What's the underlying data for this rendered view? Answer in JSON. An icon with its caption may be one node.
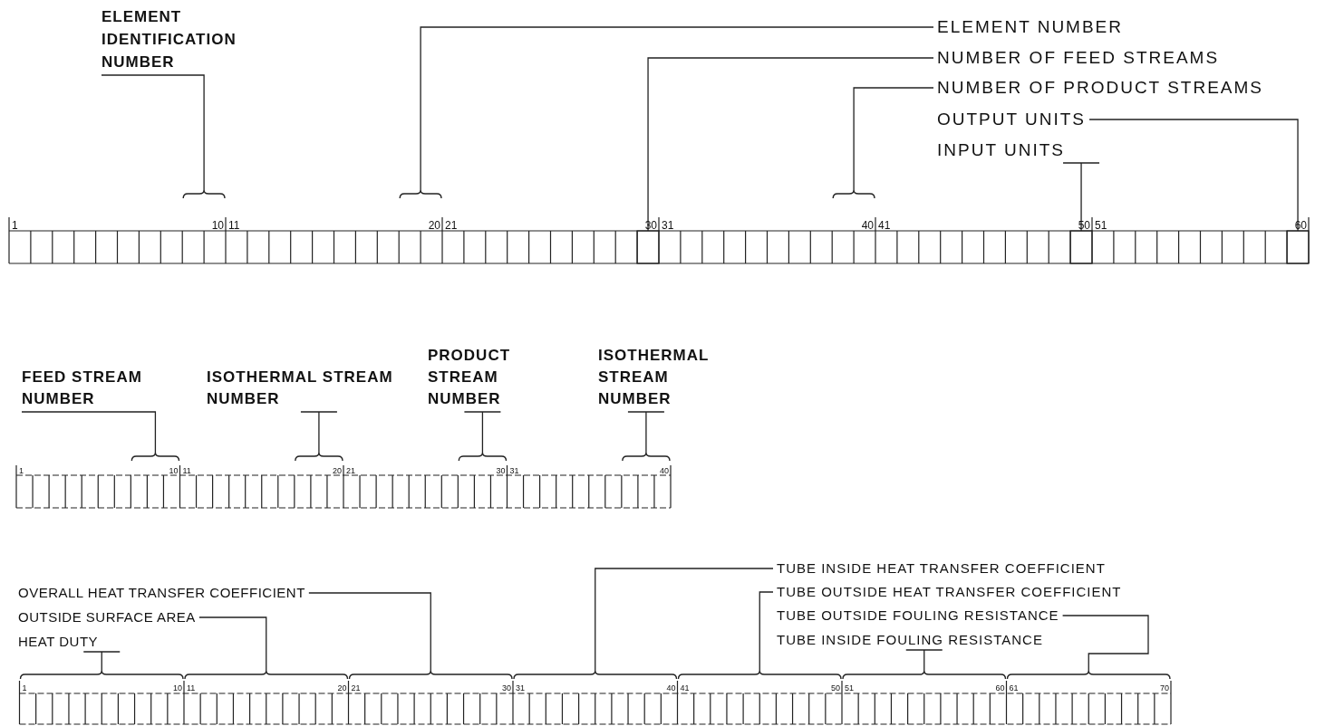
{
  "diagram": {
    "nodes": [
      {
        "text": [
          "ELEMENT IDENTIFICATION NUMBER"
        ]
      },
      {
        "text": [
          "ELEMENT NUMBER"
        ]
      },
      {
        "text": [
          "NUMBER OF FEED STREAMS"
        ]
      },
      {
        "text": [
          "NUMBER OF PRODUCT STREAMS"
        ]
      },
      {
        "text": [
          "OUTPUT UNITS"
        ]
      },
      {
        "text": [
          "INPUT UNITS"
        ]
      },
      {
        "text": [],
        "shape": "brace"
      },
      {
        "text": [],
        "shape": "brace"
      },
      {
        "text": [],
        "shape": "box"
      },
      {
        "text": [],
        "shape": "brace"
      },
      {
        "text": [],
        "shape": "box"
      },
      {
        "text": [],
        "shape": "box"
      },
      {
        "text": [
          "FEED STREAM NUMBER"
        ]
      },
      {
        "text": [
          "ISOTHERMAL STREAM NUMBER"
        ]
      },
      {
        "text": [
          "PRODUCT STREAM NUMBER"
        ]
      },
      {
        "text": [
          "ISOTHERMAL STREAM NUMBER"
        ]
      },
      {
        "text": [],
        "shape": "brace"
      },
      {
        "text": [],
        "shape": "brace"
      },
      {
        "text": [],
        "shape": "brace"
      },
      {
        "text": [],
        "shape": "brace"
      },
      {
        "text": [
          "OVERALL HEAT TRANSFER COEFFICIENT"
        ]
      },
      {
        "text": [
          "OUTSIDE SURFACE AREA"
        ]
      },
      {
        "text": [
          "HEAT DUTY"
        ]
      },
      {
        "text": [
          "TUBE INSIDE HEAT TRANSFER COEFFICIENT"
        ]
      },
      {
        "text": [
          "TUBE OUTSIDE HEAT TRANSFER COEFFICIENT"
        ]
      },
      {
        "text": [
          "TUBE OUTSIDE FOULING RESISTANCE"
        ]
      },
      {
        "text": [
          "TUBE INSIDE FOULING RESISTANCE"
        ]
      },
      {
        "text": [],
        "shape": "brace"
      },
      {
        "text": [],
        "shape": "brace"
      },
      {
        "text": [],
        "shape": "brace"
      },
      {
        "text": [],
        "shape": "brace"
      },
      {
        "text": [],
        "shape": "brace"
      },
      {
        "text": [],
        "shape": "brace"
      },
      {
        "text": [],
        "shape": "brace"
      }
    ],
    "edges": [
      {
        "from": 0,
        "to": 6,
        "arrow": "none"
      },
      {
        "from": 1,
        "to": 7,
        "arrow": "none"
      },
      {
        "from": 2,
        "to": 8,
        "arrow": "none"
      },
      {
        "from": 3,
        "to": 9,
        "arrow": "none"
      },
      {
        "from": 4,
        "to": 11,
        "arrow": "none"
      },
      {
        "from": 5,
        "to": 10,
        "arrow": "none"
      },
      {
        "from": 12,
        "to": 16,
        "arrow": "none"
      },
      {
        "from": 13,
        "to": 17,
        "arrow": "none"
      },
      {
        "from": 14,
        "to": 18,
        "arrow": "none"
      },
      {
        "from": 15,
        "to": 19,
        "arrow": "none"
      },
      {
        "from": 20,
        "to": 29,
        "arrow": "none"
      },
      {
        "from": 21,
        "to": 28,
        "arrow": "none"
      },
      {
        "from": 22,
        "to": 27,
        "arrow": "none"
      },
      {
        "from": 23,
        "to": 30,
        "arrow": "none"
      },
      {
        "from": 24,
        "to": 31,
        "arrow": "none"
      },
      {
        "from": 25,
        "to": 33,
        "arrow": "none"
      },
      {
        "from": 26,
        "to": 32,
        "arrow": "none"
      }
    ],
    "labels": [
      "1",
      "10",
      "11",
      "20",
      "21",
      "30",
      "31",
      "40",
      "41",
      "50",
      "51",
      "60",
      "1",
      "10",
      "11",
      "20",
      "21",
      "30",
      "31",
      "40",
      "1",
      "10",
      "11",
      "20",
      "21",
      "30",
      "31",
      "40",
      "41",
      "50",
      "51",
      "60",
      "61",
      "70"
    ]
  }
}
